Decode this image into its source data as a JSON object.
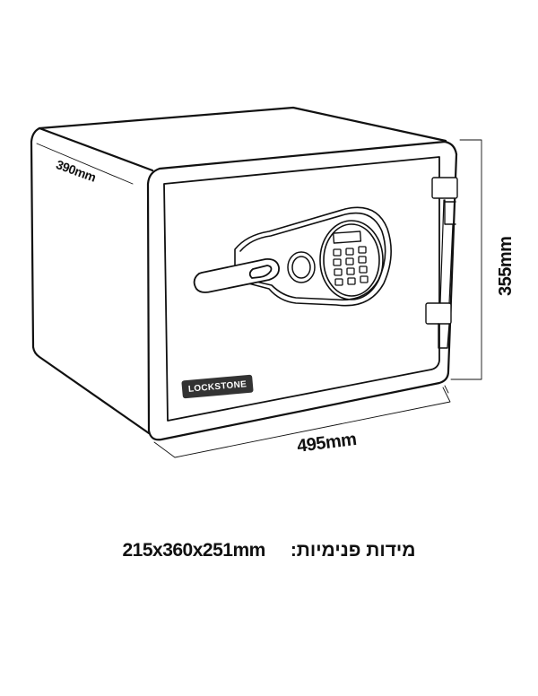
{
  "diagram": {
    "subject": "safe",
    "brand": "LOCKSTONE",
    "dimensions": {
      "depth": "390mm",
      "width": "495mm",
      "height": "355mm"
    },
    "internal_dimensions": {
      "label": "מידות פנימיות:",
      "value": "215x360x251mm"
    },
    "keypad": {
      "rows": 4,
      "columns": 3
    },
    "colors": {
      "line": "#111111",
      "background": "#ffffff",
      "brand_plate": "#333333"
    }
  }
}
